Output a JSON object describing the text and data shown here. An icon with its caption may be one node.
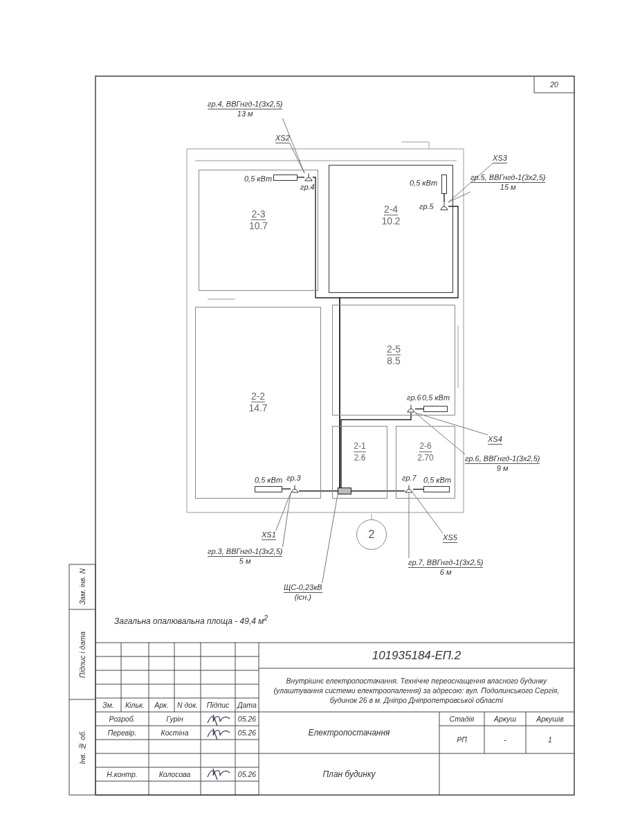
{
  "diagram": {
    "nodes": [
      {
        "text": [
          "гр.4, ВВГнгд-1(3х2,5)",
          "13 м"
        ]
      },
      {
        "text": [
          "XS2"
        ]
      },
      {
        "text": [],
        "shape": "bar",
        "beside": [
          "0,5 кВт"
        ],
        "in": 8
      },
      {
        "text": [],
        "shape": "socket",
        "beside": [
          "гр.4"
        ],
        "in": 8
      },
      {
        "text": [
          "XS3"
        ]
      },
      {
        "text": [],
        "shape": "bar",
        "beside": [
          "0,5 кВт"
        ],
        "in": 9
      },
      {
        "text": [],
        "shape": "socket",
        "beside": [
          "гр.5"
        ],
        "in": 9
      },
      {
        "text": [
          "гр.5, ВВГнгд-1(3х2,5)",
          "15 м"
        ]
      },
      {
        "text": [
          "2-3",
          "10.7"
        ]
      },
      {
        "text": [
          "2-4",
          "10.2"
        ]
      },
      {
        "text": [
          "2-2",
          "14.7"
        ]
      },
      {
        "text": [
          "2-5",
          "8.5"
        ]
      },
      {
        "text": [],
        "shape": "socket",
        "beside": [
          "гр.6"
        ],
        "in": 11
      },
      {
        "text": [],
        "shape": "bar",
        "beside": [
          "0,5 кВт"
        ],
        "in": 11
      },
      {
        "text": [
          "XS4"
        ]
      },
      {
        "text": [
          "гр.6, ВВГнгд-1(3х2,5)",
          "9 м"
        ]
      },
      {
        "text": [
          "2-1",
          "2.6"
        ]
      },
      {
        "text": [
          "2-6",
          "2.70"
        ]
      },
      {
        "text": [],
        "shape": "bar",
        "beside": [
          "0,5 кВт"
        ],
        "in": 10
      },
      {
        "text": [],
        "shape": "socket",
        "beside": [
          "гр.3"
        ],
        "in": 10
      },
      {
        "text": [],
        "shape": "box",
        "in": 16
      },
      {
        "text": [],
        "shape": "socket",
        "beside": [
          "гр.7"
        ],
        "in": 17
      },
      {
        "text": [],
        "shape": "bar",
        "beside": [
          "0,5 кВт"
        ],
        "in": 17
      },
      {
        "text": [
          "XS1"
        ]
      },
      {
        "text": [
          "XS5"
        ]
      },
      {
        "text": [
          "2"
        ]
      },
      {
        "text": [
          "гр.3, ВВГнгд-1(3х2,5)",
          "5 м"
        ]
      },
      {
        "text": [
          "гр.7, ВВГнгд-1(3х2,5)",
          "6 м"
        ]
      },
      {
        "text": [
          "ЩС-0,23кВ",
          "(існ.)"
        ]
      }
    ],
    "edges": [
      {
        "from": 20,
        "to": 19,
        "arrow": "none"
      },
      {
        "from": 20,
        "to": 21,
        "arrow": "none"
      },
      {
        "from": 20,
        "to": 12,
        "arrow": "none"
      },
      {
        "from": 20,
        "to": 3,
        "arrow": "none"
      },
      {
        "from": 20,
        "to": 6,
        "arrow": "none"
      },
      {
        "from": 2,
        "to": 3,
        "arrow": "none"
      },
      {
        "from": 5,
        "to": 6,
        "arrow": "none"
      },
      {
        "from": 12,
        "to": 13,
        "arrow": "none"
      },
      {
        "from": 18,
        "to": 19,
        "arrow": "none"
      },
      {
        "from": 21,
        "to": 22,
        "arrow": "none"
      },
      {
        "from": 1,
        "to": 3,
        "arrow": "none"
      },
      {
        "from": 0,
        "to": 3,
        "arrow": "none"
      },
      {
        "from": 4,
        "to": 6,
        "arrow": "none"
      },
      {
        "from": 7,
        "to": 6,
        "arrow": "none"
      },
      {
        "from": 14,
        "to": 12,
        "arrow": "none"
      },
      {
        "from": 15,
        "to": 12,
        "arrow": "none"
      },
      {
        "from": 23,
        "to": 19,
        "arrow": "none"
      },
      {
        "from": 26,
        "to": 19,
        "arrow": "none"
      },
      {
        "from": 28,
        "to": 20,
        "arrow": "none"
      },
      {
        "from": 24,
        "to": 21,
        "arrow": "none"
      },
      {
        "from": 27,
        "to": 21,
        "arrow": "none"
      }
    ],
    "labels": [
      "20",
      "Загальна опалювальна площа - 49,4 м$^{2}$",
      "101935184-ЕП.2",
      "Внутрішнє електропостачання. Технічне переоснащення власного будинку (улаштування системи електроопалення) за адресою: вул. Подолинського Сергія, будинок 26 в м. Дніпро Дніпропетровської області",
      "Зм.",
      "Кільк.",
      "Арк.",
      "N док.",
      "Підпис",
      "Дата",
      "Розроб.",
      "Гурін",
      "05.26",
      "Перевір.",
      "Костіна",
      "05.26",
      "Електропостачання",
      "Стадія",
      "Аркуш",
      "Аркушів",
      "РП",
      "-",
      "1",
      "Н.контр.",
      "Колосова",
      "05.26",
      "План будинку",
      "Зам. інв. N",
      "Підпис і дата",
      "Інв. № об."
    ]
  }
}
